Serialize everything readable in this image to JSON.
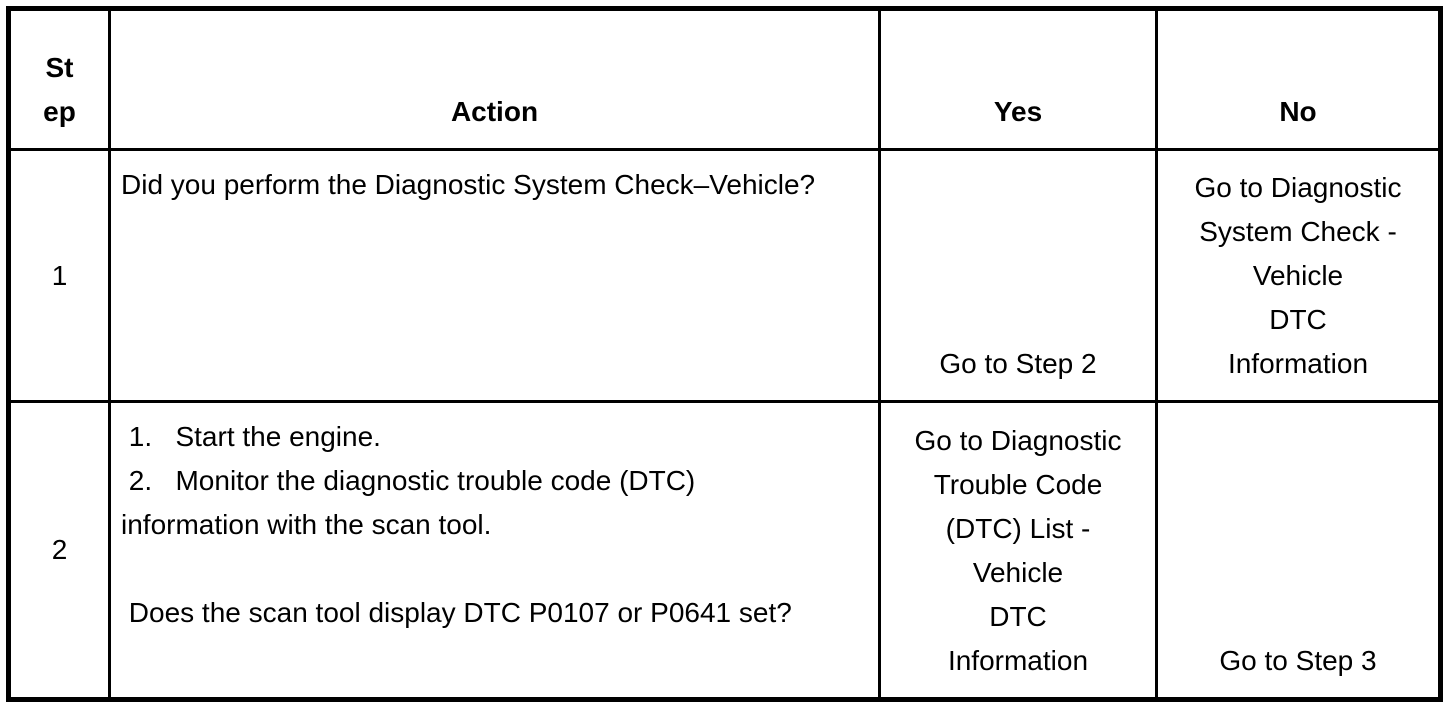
{
  "colors": {
    "border": "#000000",
    "text": "#000000",
    "background": "#ffffff"
  },
  "table": {
    "headers": {
      "step_lines": [
        "St",
        "ep"
      ],
      "action": "Action",
      "yes": "Yes",
      "no": "No"
    },
    "rows": [
      {
        "step": "1",
        "action_lines": [
          "Did you perform the Diagnostic System Check–Vehicle?"
        ],
        "yes_lines": [
          "Go to Step 2"
        ],
        "no_lines": [
          "Go to Diagnostic",
          "System Check -",
          "Vehicle",
          "DTC",
          "Information"
        ]
      },
      {
        "step": "2",
        "action_lines": [
          " 1.   Start the engine.",
          " 2.   Monitor the diagnostic trouble code (DTC)",
          "information with the scan tool.",
          "",
          " Does the scan tool display DTC P0107 or P0641 set?"
        ],
        "yes_lines": [
          "Go to Diagnostic",
          "Trouble Code",
          "(DTC) List -",
          "Vehicle",
          "DTC",
          "Information"
        ],
        "no_lines": [
          "Go to Step 3"
        ]
      }
    ]
  }
}
